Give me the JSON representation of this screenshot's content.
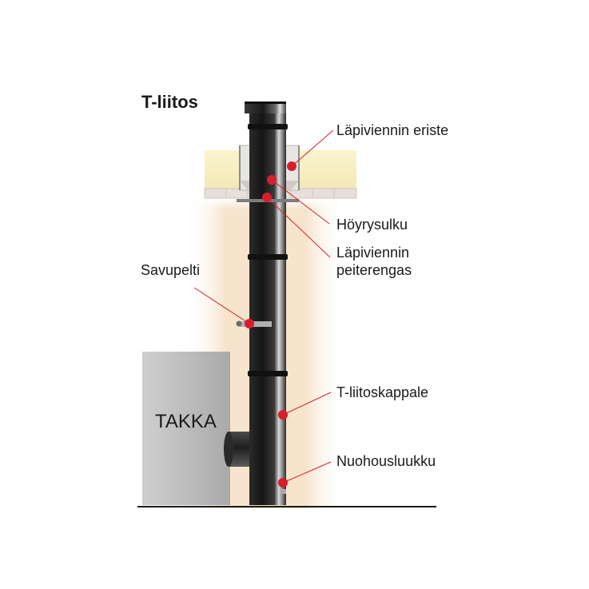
{
  "title": "T-liitos",
  "fireplace_label": "TAKKA",
  "labels": {
    "insulation": "Läpiviennin eriste",
    "vapour_barrier": "Höyrysulku",
    "cover_ring_line1": "Läpiviennin",
    "cover_ring_line2": "peiterengas",
    "damper": "Savupelti",
    "t_piece": "T-liitoskappale",
    "sweep_hatch": "Nuohousluukku"
  },
  "colors": {
    "marker": "#d61f2b",
    "pipe_dark": "#1f1f1f",
    "insulation": "#f8f0c4",
    "wall_glow": "#f6e4cc",
    "fireplace": "#bdbdbd"
  }
}
